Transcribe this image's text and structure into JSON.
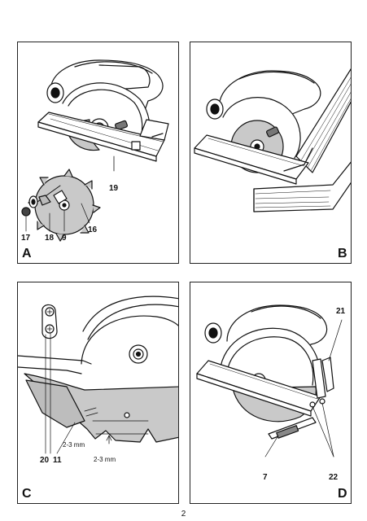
{
  "panels": {
    "A": {
      "letter": "A",
      "callouts": {
        "c19": "19",
        "c16": "16",
        "c17": "17",
        "c18": "18",
        "c9": "9"
      }
    },
    "B": {
      "letter": "B"
    },
    "C": {
      "letter": "C",
      "callouts": {
        "c20": "20",
        "c11": "11"
      },
      "dim1": "2-3 mm",
      "dim2": "2-3 mm"
    },
    "D": {
      "letter": "D",
      "callouts": {
        "c21": "21",
        "c7": "7",
        "c22": "22"
      }
    }
  },
  "page_number": "2"
}
